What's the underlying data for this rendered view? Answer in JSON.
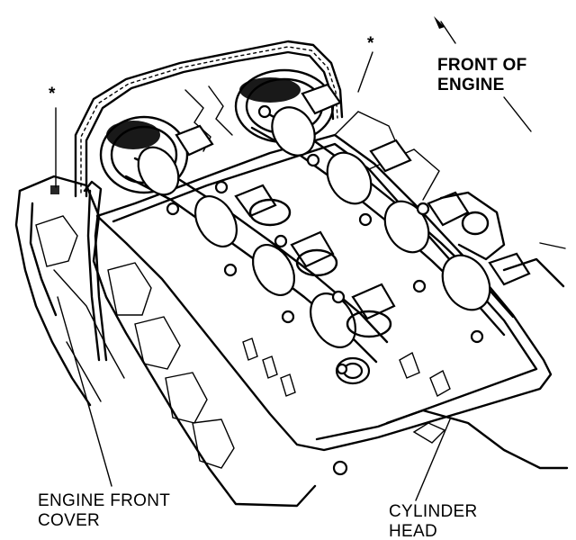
{
  "labels": {
    "front_of_engine_line1": "FRONT OF",
    "front_of_engine_line2": "ENGINE",
    "engine_front_cover_line1": "ENGINE FRONT",
    "engine_front_cover_line2": "COVER",
    "cylinder_head_line1": "CYLINDER",
    "cylinder_head_line2": "HEAD",
    "asterisk_left": "*",
    "asterisk_right": "*"
  },
  "colors": {
    "ink": "#000000",
    "paper": "#ffffff"
  }
}
